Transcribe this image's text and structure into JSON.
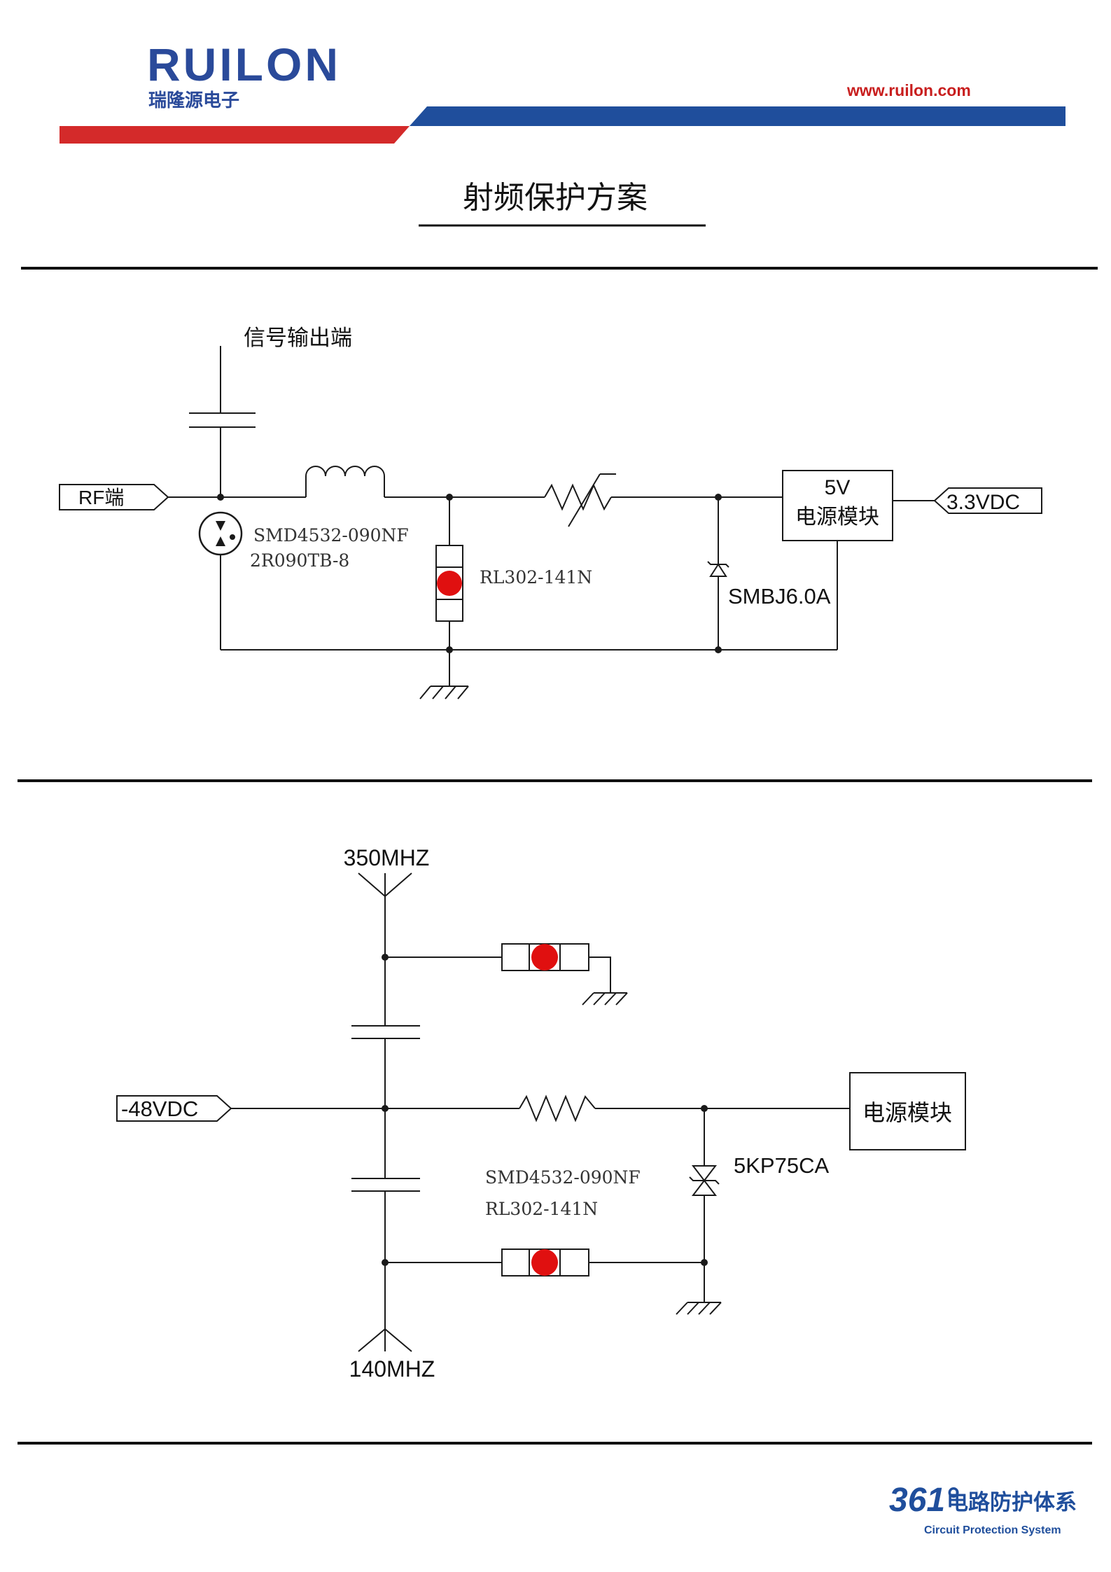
{
  "header": {
    "brand_name": "RUILON",
    "brand_subtitle": "瑞隆源电子",
    "website": "www.ruilon.com",
    "brand_color": "#2a4a9a",
    "red_band_color": "#d42a2a",
    "blue_band_color": "#1f4e9c"
  },
  "title": "射频保护方案",
  "diagram1": {
    "signal_output_label": "信号输出端",
    "rf_port_label": "RF端",
    "gdt_part_line1": "SMD4532-090NF",
    "gdt_part_line2": "2R090TB-8",
    "shunt_part": "RL302-141N",
    "tvs_part": "SMBJ6.0A",
    "module_line1": "5V",
    "module_line2": "电源模块",
    "dc_input_label": "3.3VDC"
  },
  "diagram2": {
    "antenna_top_label": "350MHZ",
    "dc_input_label": "-48VDC",
    "module_label": "电源模块",
    "tvs_part": "5KP75CA",
    "part_line1": "SMD4532-090NF",
    "part_line2": "RL302-141N",
    "antenna_bottom_label": "140MHZ"
  },
  "footer": {
    "logo_number": "361°",
    "logo_text": "电路防护体系",
    "logo_subtitle": "Circuit Protection System"
  },
  "colors": {
    "line": "#1a1a1a",
    "component_red": "#e01010"
  }
}
